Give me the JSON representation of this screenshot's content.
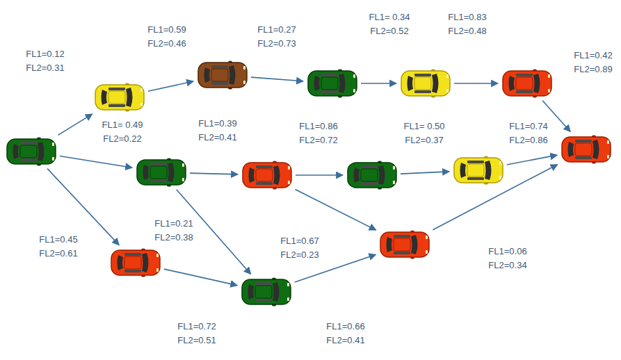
{
  "diagram": {
    "nodes": [
      {
        "text": []
      },
      {
        "text": []
      },
      {
        "text": []
      },
      {
        "text": []
      },
      {
        "text": []
      },
      {
        "text": []
      },
      {
        "text": []
      },
      {
        "text": []
      },
      {
        "text": []
      },
      {
        "text": []
      },
      {
        "text": []
      },
      {
        "text": []
      },
      {
        "text": []
      },
      {
        "text": []
      }
    ],
    "edges": [
      {
        "from": 0,
        "to": 1,
        "arrow": "to",
        "label": "FL1=0.12 FL2=0.31"
      },
      {
        "from": 1,
        "to": 2,
        "arrow": "to",
        "label": "FL1=0.59 FL2=0.46"
      },
      {
        "from": 2,
        "to": 3,
        "arrow": "to",
        "label": "FL1=0.27 FL2=0.73"
      },
      {
        "from": 3,
        "to": 4,
        "arrow": "to",
        "label": "FL1= 0.34 FL2=0.52"
      },
      {
        "from": 4,
        "to": 5,
        "arrow": "to",
        "label": "FL1=0.83 FL2=0.48"
      },
      {
        "from": 5,
        "to": 6,
        "arrow": "to",
        "label": "FL1=0.42 FL2=0.89"
      },
      {
        "from": 0,
        "to": 7,
        "arrow": "to",
        "label": "FL1= 0.49 FL2=0.22"
      },
      {
        "from": 7,
        "to": 8,
        "arrow": "to",
        "label": "FL1=0.39 FL2=0.41"
      },
      {
        "from": 8,
        "to": 9,
        "arrow": "to",
        "label": "FL1=0.86 FL2=0.72"
      },
      {
        "from": 9,
        "to": 10,
        "arrow": "to",
        "label": "FL1= 0.50 FL2=0.37"
      },
      {
        "from": 10,
        "to": 6,
        "arrow": "to",
        "label": "FL1=0.74 FL2=0.86"
      },
      {
        "from": 0,
        "to": 11,
        "arrow": "to",
        "label": "FL1=0.45 FL2=0.61"
      },
      {
        "from": 7,
        "to": 12,
        "arrow": "to",
        "label": "FL1=0.21 FL2=0.38"
      },
      {
        "from": 11,
        "to": 12,
        "arrow": "to",
        "label": "FL1=0.72 FL2=0.51"
      },
      {
        "from": 8,
        "to": 13,
        "arrow": "to",
        "label": "FL1=0.67 FL2=0.23"
      },
      {
        "from": 12,
        "to": 13,
        "arrow": "to",
        "label": "FL1=0.66 FL2=0.41"
      },
      {
        "from": 13,
        "to": 6,
        "arrow": "to",
        "label": "FL1=0.06 FL2=0.34"
      }
    ]
  }
}
